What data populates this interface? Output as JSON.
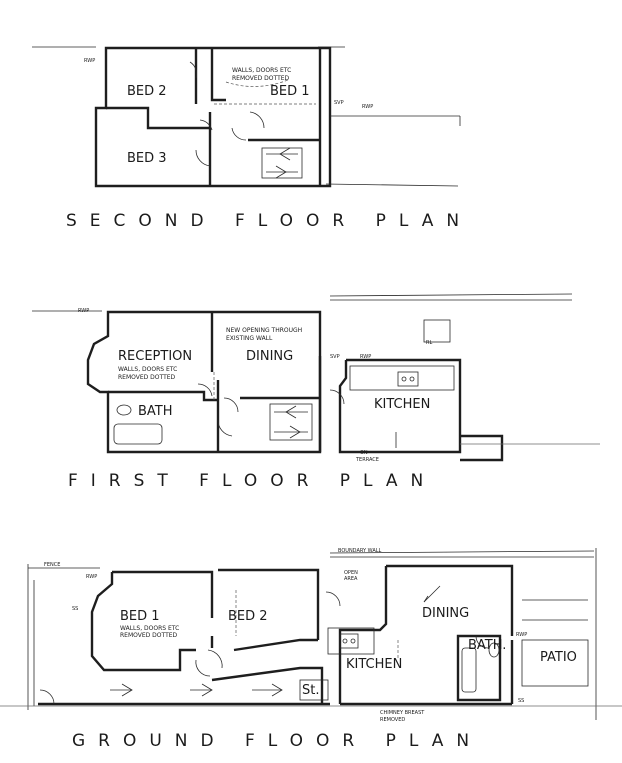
{
  "second_floor": {
    "title": "SECOND FLOOR PLAN",
    "rooms": {
      "bed2": "BED 2",
      "bed1": "BED 1",
      "bed3": "BED 3"
    },
    "notes": {
      "walls_line1": "WALLS, DOORS ETC",
      "walls_line2": "REMOVED DOTTED"
    },
    "tags": {
      "rwp_left": "RWP",
      "svp": "SVP",
      "rwp_right": "RWP"
    }
  },
  "first_floor": {
    "title": "FIRST FLOOR PLAN",
    "rooms": {
      "reception": "RECEPTION",
      "dining": "DINING",
      "bath": "BATH",
      "kitchen": "KITCHEN"
    },
    "notes": {
      "new_opening_line1": "NEW OPENING THROUGH",
      "new_opening_line2": "EXISTING WALL",
      "walls_line1": "WALLS, DOORS ETC",
      "walls_line2": "REMOVED DOTTED",
      "terrace_line1": "ON",
      "terrace_line2": "TERRACE"
    },
    "tags": {
      "rwp_left": "RWP",
      "svp": "SVP",
      "rwp_right": "RWP",
      "rl": "RL"
    }
  },
  "ground_floor": {
    "title": "GROUND FLOOR PLAN",
    "rooms": {
      "bed1": "BED 1",
      "bed2": "BED 2",
      "dining": "DINING",
      "kitchen": "KITCHEN",
      "bath": "BATH.",
      "patio": "PATIO",
      "stairs": "St."
    },
    "notes": {
      "walls_line1": "WALLS, DOORS ETC",
      "walls_line2": "REMOVED DOTTED",
      "fence": "FENCE",
      "boundary_wall": "BOUNDARY WALL",
      "open_area_line1": "OPEN",
      "open_area_line2": "AREA",
      "chimney_line1": "CHIMNEY BREAST",
      "chimney_line2": "REMOVED"
    },
    "tags": {
      "rwp_left": "RWP",
      "ss_left": "SS",
      "rwp_patio": "RWP",
      "ss_patio": "SS"
    }
  }
}
